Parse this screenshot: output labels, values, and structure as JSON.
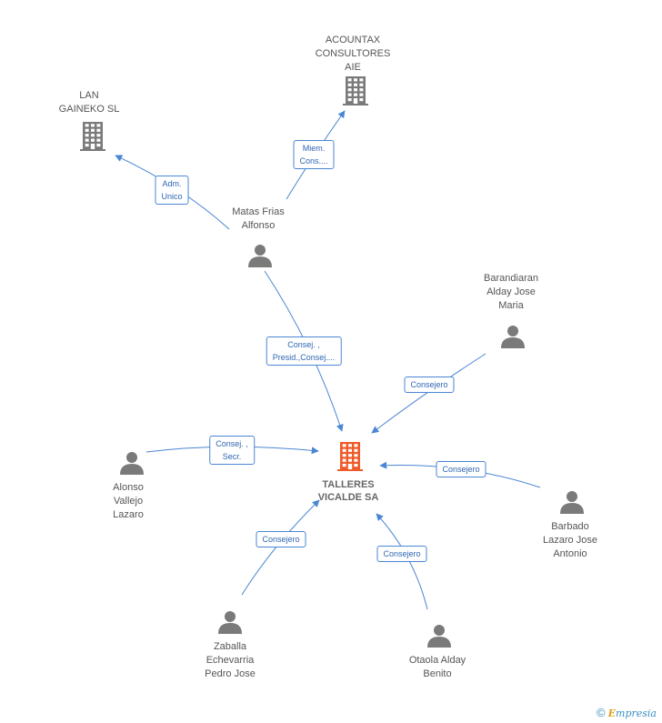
{
  "nodes": {
    "main": {
      "lines": [
        "TALLERES",
        "VICALDE SA"
      ]
    },
    "acountax": {
      "lines": [
        "ACOUNTAX",
        "CONSULTORES",
        "AIE"
      ]
    },
    "lan": {
      "lines": [
        "LAN",
        "GAINEKO  SL"
      ]
    },
    "matas": {
      "lines": [
        "Matas Frias",
        "Alfonso"
      ]
    },
    "barandiaran": {
      "lines": [
        "Barandiaran",
        "Alday Jose",
        "Maria"
      ]
    },
    "alonso": {
      "lines": [
        "Alonso",
        "Vallejo",
        "Lazaro"
      ]
    },
    "barbado": {
      "lines": [
        "Barbado",
        "Lazaro Jose",
        "Antonio"
      ]
    },
    "zaballa": {
      "lines": [
        "Zaballa",
        "Echevarria",
        "Pedro Jose"
      ]
    },
    "otaola": {
      "lines": [
        "Otaola Alday",
        "Benito"
      ]
    }
  },
  "edges": {
    "lan": {
      "lines": [
        "Adm.",
        "Unico"
      ]
    },
    "acountax": {
      "lines": [
        "Miem.",
        "Cons...."
      ]
    },
    "matas": {
      "lines": [
        "Consej. ,",
        "Presid.,Consej...."
      ]
    },
    "barandiaran": {
      "lines": [
        "Consejero"
      ]
    },
    "alonso": {
      "lines": [
        "Consej. ,",
        "Secr."
      ]
    },
    "barbado": {
      "lines": [
        "Consejero"
      ]
    },
    "zaballa": {
      "lines": [
        "Consejero"
      ]
    },
    "otaola": {
      "lines": [
        "Consejero"
      ]
    }
  },
  "icons": {
    "main": "company-building-icon",
    "company": "company-building-icon",
    "person": "person-icon"
  },
  "colors": {
    "main_building": "#f05a28",
    "company_building": "#7a7a7a",
    "person": "#7a7a7a",
    "edge": "#4a86d4",
    "edge_label_text": "#2f66b3"
  },
  "brand": {
    "copyright": "©",
    "e": "E",
    "rest": "mpresia"
  }
}
